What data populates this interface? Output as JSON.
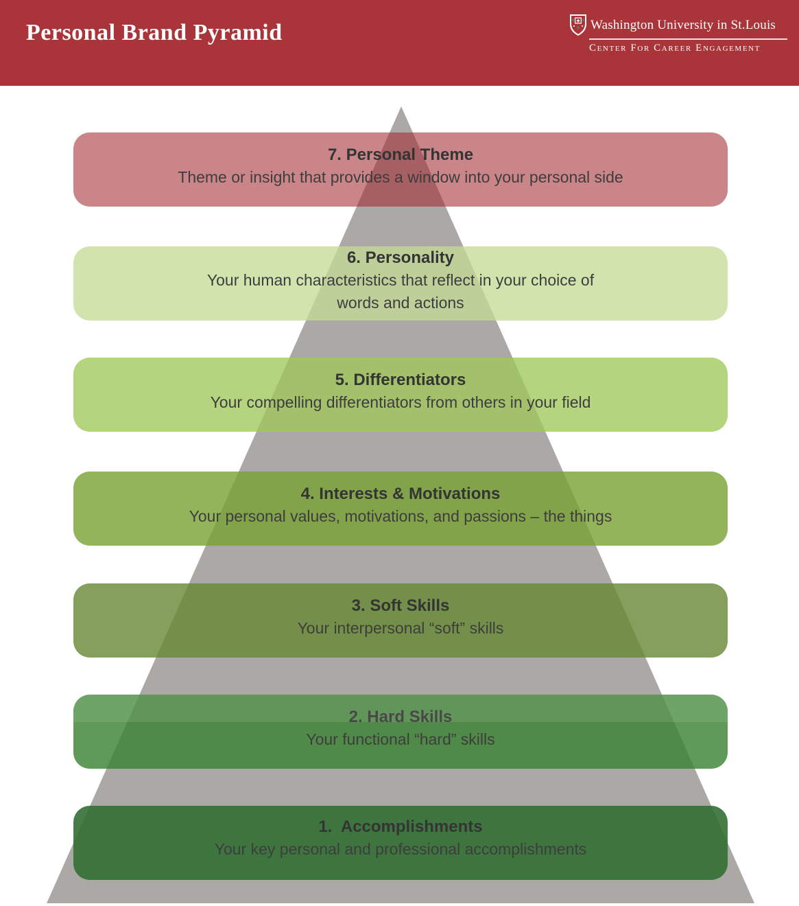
{
  "header": {
    "title": "Personal Brand Pyramid",
    "background": "#A93439",
    "logo": {
      "institution": "Washington University in St.Louis",
      "department": "Center For Career Engagement",
      "shield_icon": "washu-shield-icon",
      "text_color": "#FFFFFF"
    }
  },
  "pyramid": {
    "triangle_color": "#ABA8A6",
    "levels": [
      {
        "number": 7,
        "title": "7. Personal Theme",
        "description": "Theme or insight that provides a window into your personal side",
        "color": "rgba(162,41,48,0.57)"
      },
      {
        "number": 6,
        "title": "6. Personality",
        "description": "Your human characteristics that reflect in your choice of\nwords and actions",
        "color": "rgba(196,220,149,0.76)"
      },
      {
        "number": 5,
        "title": "5. Differentiators",
        "description": "Your compelling differentiators from others in your field",
        "color": "rgba(160,200,90,0.78)"
      },
      {
        "number": 4,
        "title": "4. Interests & Motivations",
        "description": "Your personal values, motivations, and passions – the things",
        "color": "rgba(121,161,51,0.80)"
      },
      {
        "number": 3,
        "title": "3. Soft Skills",
        "description": "Your interpersonal “soft” skills",
        "color": "rgba(102,136,51,0.80)"
      },
      {
        "number": 2,
        "title": "2. Hard Skills",
        "description": "Your functional “hard” skills",
        "color": "rgba(60,132,51,0.82)"
      },
      {
        "number": 1,
        "title": "1.  Accomplishments",
        "description": "Your key personal and professional accomplishments",
        "color": "rgba(50,111,52,0.90)"
      }
    ]
  }
}
